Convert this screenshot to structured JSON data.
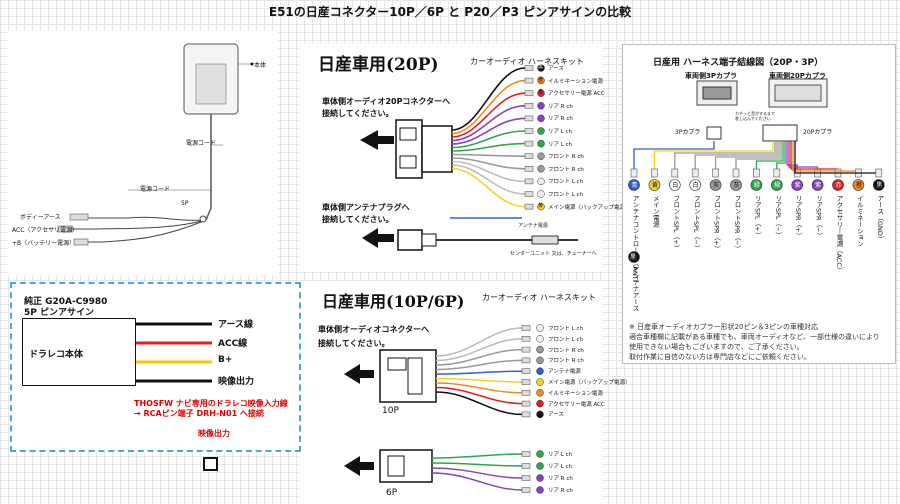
{
  "title": "E51の日産コネクター10P／6P と P20／P3 ピンアサインの比較",
  "unit_panel": {
    "labels": {
      "main_unit": "本体",
      "power_cord1": "電源コード",
      "power_cord2": "電源コード",
      "body_earth": "ボディーアース",
      "acc": "ACC（アクセサリ電源）",
      "batt": "+B（バッテリー電源）",
      "fivep": "5P"
    }
  },
  "panel20p": {
    "heading": "日産車用(20P)",
    "subheading": "カーオーディオ ハーネスキット",
    "instruction1": "車体側オーディオ20Pコネクターへ",
    "instruction1b": "接続してください。",
    "instruction2": "車体側アンテナプラグへ",
    "instruction2b": "接続してください。",
    "antenna_label": "アンテナ電源",
    "antenna_note": "センターユニット 又は、チューナーへ",
    "pins": [
      {
        "mark": "黒",
        "label": "アース",
        "color": "#111111"
      },
      {
        "mark": "橙",
        "label": "イルミネーション電源",
        "color": "#f08a1c"
      },
      {
        "mark": "赤",
        "label": "アクセサリー電源 ACC",
        "color": "#e02020"
      },
      {
        "mark": "",
        "label": "リア R ch",
        "color": "#8a3fbf"
      },
      {
        "mark": "",
        "label": "リア R ch",
        "color": "#8a3fbf"
      },
      {
        "mark": "",
        "label": "リア L ch",
        "color": "#2fa64a"
      },
      {
        "mark": "",
        "label": "リア L ch",
        "color": "#2fa64a"
      },
      {
        "mark": "",
        "label": "フロント R ch",
        "color": "#999999"
      },
      {
        "mark": "",
        "label": "フロント R ch",
        "color": "#999999"
      },
      {
        "mark": "",
        "label": "フロント L ch",
        "color": "#eeeeee"
      },
      {
        "mark": "",
        "label": "フロント L ch",
        "color": "#eeeeee"
      },
      {
        "mark": "黄",
        "label": "メイン電源（バックアップ電源）",
        "color": "#f2d41c"
      }
    ]
  },
  "panel10p": {
    "heading": "日産車用(10P/6P)",
    "subheading": "カーオーディオ ハーネスキット",
    "instruction1": "車体側オーディオコネクターへ",
    "instruction1b": "接続してください。",
    "label10p": "10P",
    "label6p": "6P",
    "pins10": [
      {
        "label": "フロント L ch",
        "color": "#eeeeee"
      },
      {
        "label": "フロント L ch",
        "color": "#eeeeee"
      },
      {
        "label": "フロント R ch",
        "color": "#999999"
      },
      {
        "label": "フロント R ch",
        "color": "#999999"
      },
      {
        "label": "アンテナ電源",
        "color": "#3060d0"
      },
      {
        "label": "メイン電源（バックアップ電源）",
        "color": "#f2d41c"
      },
      {
        "label": "イルミネーション電源",
        "color": "#f08a1c"
      },
      {
        "label": "アクセサリー電源 ACC",
        "color": "#e02020"
      },
      {
        "label": "アース",
        "color": "#111111"
      }
    ],
    "pins6": [
      {
        "label": "リア L ch",
        "color": "#2fa64a"
      },
      {
        "label": "リア L ch",
        "color": "#2fa64a"
      },
      {
        "label": "リア R ch",
        "color": "#8a3fbf"
      },
      {
        "label": "リア R ch",
        "color": "#8a3fbf"
      }
    ]
  },
  "panel_table": {
    "heading": "日産用 ハーネス端子結線図（20P・3P）",
    "left_caption": "車両側3Pカプラ",
    "right_caption": "車両側20Pカプラ",
    "label3p": "3Pカプラ",
    "label20p": "20Pカプラ",
    "hint": "カチッと音がするまで差し込んでください",
    "columns": [
      {
        "mark": "青",
        "color": "#2d5fd0",
        "text": "アンテナコントロール（ANT）"
      },
      {
        "mark": "黄",
        "color": "#f2d41c",
        "text": "メイン電源"
      },
      {
        "mark": "白",
        "color": "#ffffff",
        "text": "フロントSPL（+）"
      },
      {
        "mark": "白",
        "color": "#ffffff",
        "text": "フロントSPL（−）"
      },
      {
        "mark": "灰",
        "color": "#9a9a9a",
        "text": "フロントSPR（+）"
      },
      {
        "mark": "灰",
        "color": "#9a9a9a",
        "text": "フロントSPR（−）"
      },
      {
        "mark": "緑",
        "color": "#2fa64a",
        "text": "リアSPL（+）"
      },
      {
        "mark": "緑",
        "color": "#2fa64a",
        "text": "リアSPL（−）"
      },
      {
        "mark": "紫",
        "color": "#8a3fbf",
        "text": "リアSPR（+）"
      },
      {
        "mark": "紫",
        "color": "#8a3fbf",
        "text": "リアSPR（−）"
      },
      {
        "mark": "赤",
        "color": "#e02020",
        "text": "アクセサリー電源（ACC）"
      },
      {
        "mark": "橙",
        "color": "#f08a1c",
        "text": "イルミネーション"
      },
      {
        "mark": "黒",
        "color": "#111111",
        "text": "アース（GND）"
      }
    ],
    "sub_mark": "黒",
    "sub_text": "アンテナアース",
    "note_title": "※ 日産車オーディオカプラー形状20ピン＆3ピンの車種対応",
    "note_lines": [
      "適合車種欄に記載がある車種でも、車両オーディオなど、一部仕様の違いにより",
      "使用できない場合もございますので、ご了承ください。",
      "取付作業に自信のない方は専門店などにご依頼ください。"
    ]
  },
  "pin_assign": {
    "title1": "純正 G20A-C9980",
    "title2": "5P ピンアサイン",
    "unit": "ドラレコ本体",
    "wires": [
      {
        "label": "アース線",
        "color": "#111111"
      },
      {
        "label": "ACC線",
        "color": "#e02020"
      },
      {
        "label": "B+",
        "color": "#f2c800"
      },
      {
        "label": "映像出力",
        "color": "#111111"
      }
    ],
    "red_note1": "THOSFW ナビ専用のドラレコ映像入力線",
    "red_note2": "→ RCAピン端子 DRH-N01 へ接続",
    "red_note3": "映像出力"
  }
}
